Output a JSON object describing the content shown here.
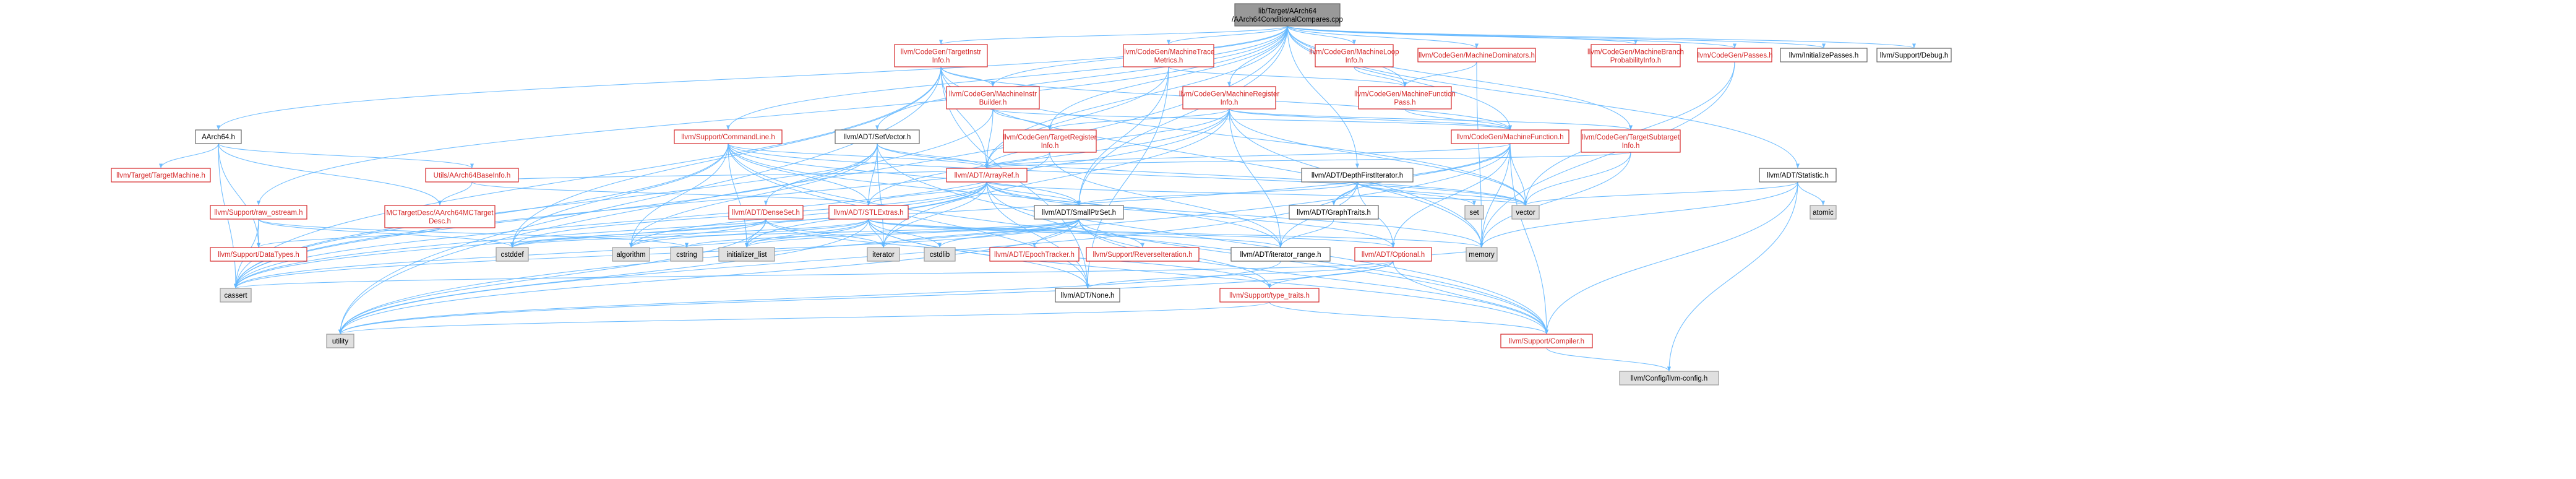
{
  "colors": {
    "edge": "#63b8ff",
    "normal_border": "#d62728",
    "normal_text": "#d62728",
    "root_fill": "#999999",
    "root_border": "#666666",
    "plain_border": "#666666",
    "system_fill": "#e0e0e0",
    "system_border": "#9a9a9a",
    "text": "#000000"
  },
  "nodes": [
    {
      "id": "root",
      "lines": [
        "lib/Target/AArch64",
        "/AArch64ConditionalCompares.cpp"
      ],
      "kind": "root"
    },
    {
      "id": "aarch64h",
      "lines": [
        "AArch64.h"
      ],
      "kind": "plain"
    },
    {
      "id": "tti",
      "lines": [
        "llvm/CodeGen/TargetInstr",
        "Info.h"
      ],
      "kind": "red"
    },
    {
      "id": "mtm",
      "lines": [
        "llvm/CodeGen/MachineTrace",
        "Metrics.h"
      ],
      "kind": "red"
    },
    {
      "id": "mli",
      "lines": [
        "llvm/CodeGen/MachineLoop",
        "Info.h"
      ],
      "kind": "red"
    },
    {
      "id": "mdom",
      "lines": [
        "llvm/CodeGen/MachineDominators.h"
      ],
      "kind": "red"
    },
    {
      "id": "mbpi",
      "lines": [
        "llvm/CodeGen/MachineBranch",
        "ProbabilityInfo.h"
      ],
      "kind": "red"
    },
    {
      "id": "passes",
      "lines": [
        "llvm/CodeGen/Passes.h"
      ],
      "kind": "red"
    },
    {
      "id": "initp",
      "lines": [
        "llvm/InitializePasses.h"
      ],
      "kind": "plain"
    },
    {
      "id": "debug",
      "lines": [
        "llvm/Support/Debug.h"
      ],
      "kind": "plain"
    },
    {
      "id": "mib",
      "lines": [
        "llvm/CodeGen/MachineInstr",
        "Builder.h"
      ],
      "kind": "red"
    },
    {
      "id": "mfp",
      "lines": [
        "llvm/CodeGen/MachineFunction",
        "Pass.h"
      ],
      "kind": "red"
    },
    {
      "id": "mri",
      "lines": [
        "llvm/CodeGen/MachineRegister",
        "Info.h"
      ],
      "kind": "red"
    },
    {
      "id": "mf",
      "lines": [
        "llvm/CodeGen/MachineFunction.h"
      ],
      "kind": "red"
    },
    {
      "id": "tsi",
      "lines": [
        "llvm/CodeGen/TargetSubtarget",
        "Info.h"
      ],
      "kind": "red"
    },
    {
      "id": "tri",
      "lines": [
        "llvm/CodeGen/TargetRegister",
        "Info.h"
      ],
      "kind": "red"
    },
    {
      "id": "cmdline",
      "lines": [
        "llvm/Support/CommandLine.h"
      ],
      "kind": "red"
    },
    {
      "id": "setvector",
      "lines": [
        "llvm/ADT/SetVector.h"
      ],
      "kind": "plain"
    },
    {
      "id": "tm",
      "lines": [
        "llvm/Target/TargetMachine.h"
      ],
      "kind": "red"
    },
    {
      "id": "abi",
      "lines": [
        "Utils/AArch64BaseInfo.h"
      ],
      "kind": "red"
    },
    {
      "id": "arrayref",
      "lines": [
        "llvm/ADT/ArrayRef.h"
      ],
      "kind": "red"
    },
    {
      "id": "dfi",
      "lines": [
        "llvm/ADT/DepthFirstIterator.h"
      ],
      "kind": "plain"
    },
    {
      "id": "statistic",
      "lines": [
        "llvm/ADT/Statistic.h"
      ],
      "kind": "plain"
    },
    {
      "id": "rawos",
      "lines": [
        "llvm/Support/raw_ostream.h"
      ],
      "kind": "red"
    },
    {
      "id": "mcdesc",
      "lines": [
        "MCTargetDesc/AArch64MCTarget",
        "Desc.h"
      ],
      "kind": "red"
    },
    {
      "id": "densset",
      "lines": [
        "llvm/ADT/DenseSet.h"
      ],
      "kind": "red"
    },
    {
      "id": "stlext",
      "lines": [
        "llvm/ADT/STLExtras.h"
      ],
      "kind": "red"
    },
    {
      "id": "smallptr",
      "lines": [
        "llvm/ADT/SmallPtrSet.h"
      ],
      "kind": "plain"
    },
    {
      "id": "graphtr",
      "lines": [
        "llvm/ADT/GraphTraits.h"
      ],
      "kind": "plain"
    },
    {
      "id": "set",
      "lines": [
        "set"
      ],
      "kind": "system"
    },
    {
      "id": "vector",
      "lines": [
        "vector"
      ],
      "kind": "system"
    },
    {
      "id": "atomic",
      "lines": [
        "atomic"
      ],
      "kind": "system"
    },
    {
      "id": "datatypes",
      "lines": [
        "llvm/Support/DataTypes.h"
      ],
      "kind": "red"
    },
    {
      "id": "cstddef",
      "lines": [
        "cstddef"
      ],
      "kind": "system"
    },
    {
      "id": "algorithm",
      "lines": [
        "algorithm"
      ],
      "kind": "system"
    },
    {
      "id": "cstring",
      "lines": [
        "cstring"
      ],
      "kind": "system"
    },
    {
      "id": "initlist",
      "lines": [
        "initializer_list"
      ],
      "kind": "system"
    },
    {
      "id": "iterator",
      "lines": [
        "iterator"
      ],
      "kind": "system"
    },
    {
      "id": "cstdlib",
      "lines": [
        "cstdlib"
      ],
      "kind": "system"
    },
    {
      "id": "epoch",
      "lines": [
        "llvm/ADT/EpochTracker.h"
      ],
      "kind": "red"
    },
    {
      "id": "reviter",
      "lines": [
        "llvm/Support/ReverseIteration.h"
      ],
      "kind": "red"
    },
    {
      "id": "iterrange",
      "lines": [
        "llvm/ADT/iterator_range.h"
      ],
      "kind": "plain"
    },
    {
      "id": "optional",
      "lines": [
        "llvm/ADT/Optional.h"
      ],
      "kind": "red"
    },
    {
      "id": "memory",
      "lines": [
        "memory"
      ],
      "kind": "system"
    },
    {
      "id": "cassert",
      "lines": [
        "cassert"
      ],
      "kind": "system"
    },
    {
      "id": "none",
      "lines": [
        "llvm/ADT/None.h"
      ],
      "kind": "plain"
    },
    {
      "id": "typetraits",
      "lines": [
        "llvm/Support/type_traits.h"
      ],
      "kind": "red"
    },
    {
      "id": "utility",
      "lines": [
        "utility"
      ],
      "kind": "system"
    },
    {
      "id": "compiler",
      "lines": [
        "llvm/Support/Compiler.h"
      ],
      "kind": "red"
    },
    {
      "id": "config",
      "lines": [
        "llvm/Config/llvm-config.h"
      ],
      "kind": "system"
    }
  ],
  "edges": [
    [
      "root",
      "aarch64h"
    ],
    [
      "root",
      "tti"
    ],
    [
      "root",
      "mtm"
    ],
    [
      "root",
      "mli"
    ],
    [
      "root",
      "mdom"
    ],
    [
      "root",
      "mbpi"
    ],
    [
      "root",
      "passes"
    ],
    [
      "root",
      "initp"
    ],
    [
      "root",
      "debug"
    ],
    [
      "root",
      "mib"
    ],
    [
      "root",
      "mfp"
    ],
    [
      "root",
      "mri"
    ],
    [
      "root",
      "mf"
    ],
    [
      "root",
      "tsi"
    ],
    [
      "root",
      "tri"
    ],
    [
      "root",
      "cmdline"
    ],
    [
      "root",
      "setvector"
    ],
    [
      "root",
      "dfi"
    ],
    [
      "root",
      "statistic"
    ],
    [
      "root",
      "rawos"
    ],
    [
      "root",
      "smallptr"
    ],
    [
      "root",
      "arrayref"
    ],
    [
      "root",
      "utility"
    ],
    [
      "aarch64h",
      "tm"
    ],
    [
      "aarch64h",
      "abi"
    ],
    [
      "aarch64h",
      "mcdesc"
    ],
    [
      "aarch64h",
      "datatypes"
    ],
    [
      "aarch64h",
      "cassert"
    ],
    [
      "tti",
      "mib"
    ],
    [
      "tti",
      "mf"
    ],
    [
      "tti",
      "arrayref"
    ],
    [
      "tti",
      "cassert"
    ],
    [
      "tti",
      "cstddef"
    ],
    [
      "tti",
      "memory"
    ],
    [
      "tti",
      "vector"
    ],
    [
      "tti",
      "utility"
    ],
    [
      "tti",
      "none"
    ],
    [
      "mtm",
      "mfp"
    ],
    [
      "mtm",
      "arrayref"
    ],
    [
      "mtm",
      "none"
    ],
    [
      "mtm",
      "smallptr"
    ],
    [
      "mli",
      "mfp"
    ],
    [
      "mdom",
      "mfp"
    ],
    [
      "mdom",
      "memory"
    ],
    [
      "passes",
      "memory"
    ],
    [
      "passes",
      "vector"
    ],
    [
      "mib",
      "arrayref"
    ],
    [
      "mib",
      "tri"
    ],
    [
      "mib",
      "mf"
    ],
    [
      "mib",
      "cassert"
    ],
    [
      "mib",
      "cstdint"
    ],
    [
      "mfp",
      "mf"
    ],
    [
      "mri",
      "arrayref"
    ],
    [
      "mri",
      "tri"
    ],
    [
      "mri",
      "tsi"
    ],
    [
      "mri",
      "mf"
    ],
    [
      "mri",
      "iterrange"
    ],
    [
      "mri",
      "vector"
    ],
    [
      "mri",
      "memory"
    ],
    [
      "mri",
      "iterator"
    ],
    [
      "mri",
      "cassert"
    ],
    [
      "mri",
      "stlext"
    ],
    [
      "mf",
      "arrayref"
    ],
    [
      "mf",
      "vector"
    ],
    [
      "mf",
      "memory"
    ],
    [
      "mf",
      "utility"
    ],
    [
      "mf",
      "compiler"
    ],
    [
      "mf",
      "cassert"
    ],
    [
      "mf",
      "graphtr"
    ],
    [
      "mf",
      "optional"
    ],
    [
      "tsi",
      "arrayref"
    ],
    [
      "tsi",
      "vector"
    ],
    [
      "tsi",
      "memory"
    ],
    [
      "tri",
      "arrayref"
    ],
    [
      "tri",
      "iterrange"
    ],
    [
      "tri",
      "cassert"
    ],
    [
      "tri",
      "cstdint"
    ],
    [
      "cmdline",
      "arrayref"
    ],
    [
      "cmdline",
      "stlext"
    ],
    [
      "cmdline",
      "smallptr"
    ],
    [
      "cmdline",
      "iterrange"
    ],
    [
      "cmdline",
      "compiler"
    ],
    [
      "cmdline",
      "cassert"
    ],
    [
      "cmdline",
      "cstddef"
    ],
    [
      "cmdline",
      "initlist"
    ],
    [
      "cmdline",
      "vector"
    ],
    [
      "cmdline",
      "none"
    ],
    [
      "cmdline",
      "algorithm"
    ],
    [
      "setvector",
      "arrayref"
    ],
    [
      "setvector",
      "densset"
    ],
    [
      "setvector",
      "stlext"
    ],
    [
      "setvector",
      "compiler"
    ],
    [
      "setvector",
      "cassert"
    ],
    [
      "setvector",
      "iterator"
    ],
    [
      "setvector",
      "vector"
    ],
    [
      "setvector",
      "algorithm"
    ],
    [
      "abi",
      "arrayref"
    ],
    [
      "abi",
      "stlext"
    ],
    [
      "abi",
      "mcdesc"
    ],
    [
      "arrayref",
      "stlext"
    ],
    [
      "arrayref",
      "none"
    ],
    [
      "arrayref",
      "compiler"
    ],
    [
      "arrayref",
      "algorithm"
    ],
    [
      "arrayref",
      "cassert"
    ],
    [
      "arrayref",
      "cstddef"
    ],
    [
      "arrayref",
      "initlist"
    ],
    [
      "arrayref",
      "iterator"
    ],
    [
      "arrayref",
      "memory"
    ],
    [
      "arrayref",
      "vector"
    ],
    [
      "arrayref",
      "optional"
    ],
    [
      "arrayref",
      "smallptr"
    ],
    [
      "dfi",
      "smallptr"
    ],
    [
      "dfi",
      "graphtr"
    ],
    [
      "dfi",
      "iterrange"
    ],
    [
      "dfi",
      "set"
    ],
    [
      "dfi",
      "utility"
    ],
    [
      "dfi",
      "vector"
    ],
    [
      "dfi",
      "optional"
    ],
    [
      "statistic",
      "compiler"
    ],
    [
      "statistic",
      "atomic"
    ],
    [
      "statistic",
      "memory"
    ],
    [
      "statistic",
      "config"
    ],
    [
      "statistic",
      "vector"
    ],
    [
      "rawos",
      "datatypes"
    ],
    [
      "rawos",
      "cassert"
    ],
    [
      "rawos",
      "cstddef"
    ],
    [
      "rawos",
      "cstring"
    ],
    [
      "mcdesc",
      "datatypes"
    ],
    [
      "densset",
      "densset"
    ],
    [
      "densset",
      "typetraits"
    ],
    [
      "densset",
      "algorithm"
    ],
    [
      "densset",
      "cstddef"
    ],
    [
      "densset",
      "initlist"
    ],
    [
      "densset",
      "iterator"
    ],
    [
      "densset",
      "utility"
    ],
    [
      "stlext",
      "iterrange"
    ],
    [
      "stlext",
      "optional"
    ],
    [
      "stlext",
      "compiler"
    ],
    [
      "stlext",
      "algorithm"
    ],
    [
      "stlext",
      "cassert"
    ],
    [
      "stlext",
      "cstddef"
    ],
    [
      "stlext",
      "cstdlib"
    ],
    [
      "stlext",
      "initlist"
    ],
    [
      "stlext",
      "iterator"
    ],
    [
      "stlext",
      "memory"
    ],
    [
      "stlext",
      "utility"
    ],
    [
      "stlext",
      "none"
    ],
    [
      "smallptr",
      "epoch"
    ],
    [
      "smallptr",
      "reviter"
    ],
    [
      "smallptr",
      "compiler"
    ],
    [
      "smallptr",
      "typetraits"
    ],
    [
      "smallptr",
      "cassert"
    ],
    [
      "smallptr",
      "cstddef"
    ],
    [
      "smallptr",
      "cstdlib"
    ],
    [
      "smallptr",
      "cstring"
    ],
    [
      "smallptr",
      "initlist"
    ],
    [
      "smallptr",
      "iterator"
    ],
    [
      "smallptr",
      "utility"
    ],
    [
      "graphtr",
      "iterrange"
    ],
    [
      "iterrange",
      "utility"
    ],
    [
      "optional",
      "none"
    ],
    [
      "optional",
      "compiler"
    ],
    [
      "optional",
      "typetraits"
    ],
    [
      "optional",
      "cassert"
    ],
    [
      "optional",
      "memory"
    ],
    [
      "optional",
      "utility"
    ],
    [
      "typetraits",
      "compiler"
    ],
    [
      "typetraits",
      "utility"
    ],
    [
      "compiler",
      "config"
    ]
  ]
}
